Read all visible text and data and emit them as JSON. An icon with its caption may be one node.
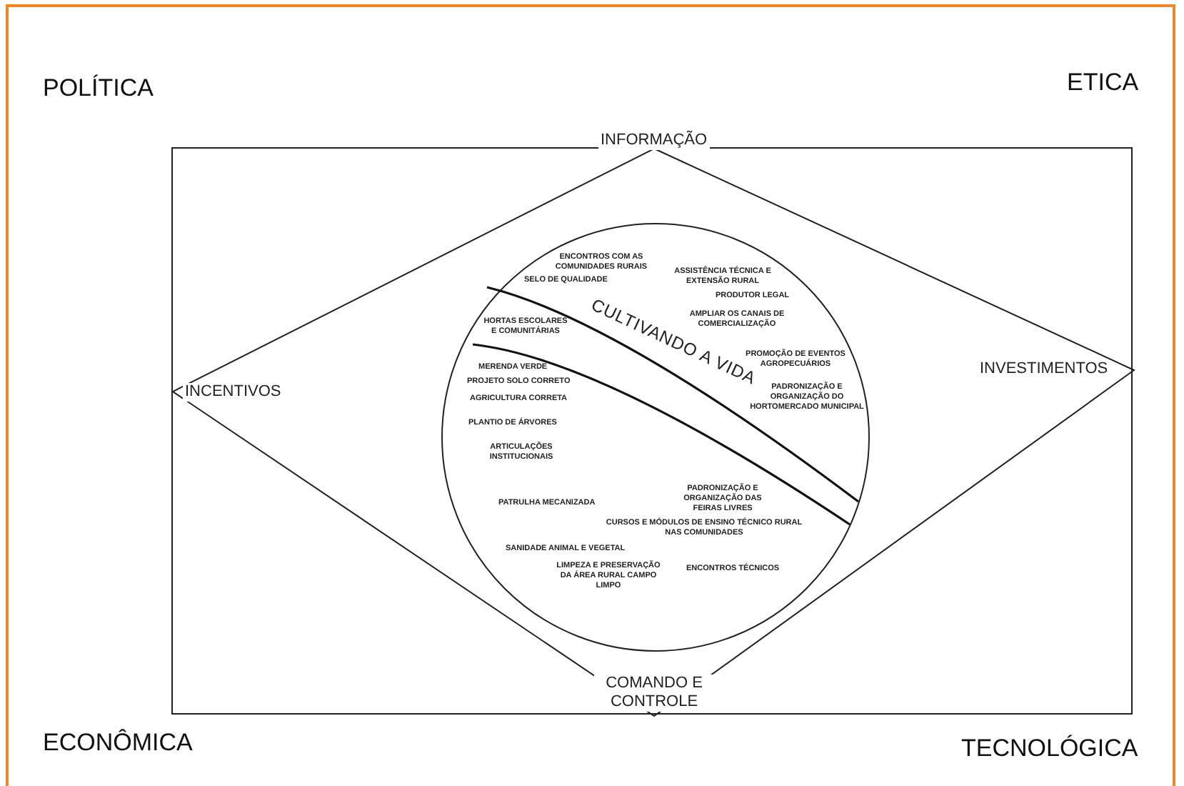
{
  "diagram": {
    "nodes": [
      {
        "text": [],
        "shape": "box"
      },
      {
        "text": [
          "INFORMAÇÃO",
          "INVESTIMENTOS",
          "COMANDO E CONTROLE",
          "INCENTIVOS"
        ],
        "in": 0
      },
      {
        "text": [
          "ENCONTROS COM AS COMUNIDADES RURAIS",
          "ASSISTÊNCIA TÉCNICA E EXTENSÃO RURAL",
          "SELO DE QUALIDADE",
          "PRODUTOR LEGAL",
          "HORTAS ESCOLARES E COMUNITÁRIAS",
          "AMPLIAR OS CANAIS DE COMERCIALIZAÇÃO",
          "CULTIVANDO A VIDA",
          "MERENDA VERDE",
          "PROMOÇÃO DE EVENTOS AGROPECUÁRIOS",
          "PROJETO SOLO CORRETO",
          "AGRICULTURA CORRETA",
          "PADRONIZAÇÃO E ORGANIZAÇÃO DO HORTOMERCADO MUNICIPAL",
          "PLANTIO DE ÁRVORES",
          "ARTICULAÇÕES INSTITUCIONAIS",
          "PADRONIZAÇÃO E ORGANIZAÇÃO DAS FEIRAS LIVRES",
          "PATRULHA MECANIZADA",
          "CURSOS E MÓDULOS DE ENSINO TÉCNICO RURAL NAS COMUNIDADES",
          "SANIDADE ANIMAL E VEGETAL",
          "LIMPEZA E PRESERVAÇÃO DA ÁREA RURAL CAMPO LIMPO",
          "ENCONTROS TÉCNICOS"
        ],
        "in": 1
      }
    ],
    "labels": [
      "POLÍTICA",
      "ETICA",
      "ECONÔMICA",
      "TECNOLÓGICA"
    ]
  }
}
